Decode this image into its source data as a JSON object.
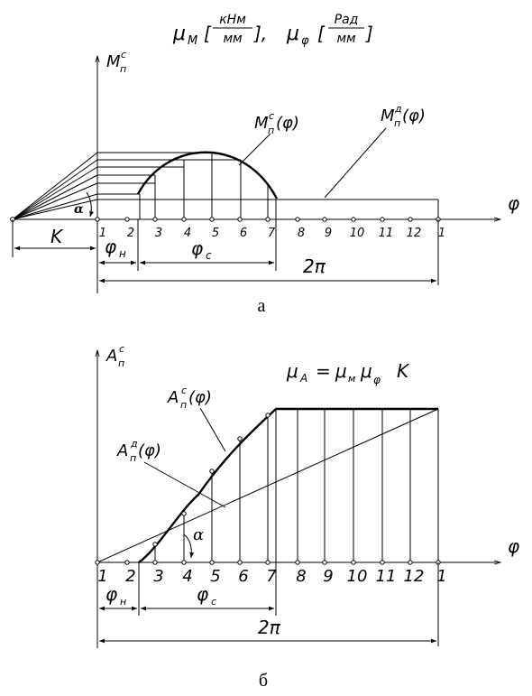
{
  "top": {
    "mu_formula": {
      "mu1": "μ",
      "mu1_sub": "M",
      "bracket_open1": "[",
      "unit1_num": "кНм",
      "unit1_den": "мм",
      "bracket_close1": "],",
      "mu2": "μ",
      "mu2_sub": "φ",
      "bracket_open2": "[",
      "unit2_num": "Рад",
      "unit2_den": "мм",
      "bracket_close2": "]"
    },
    "y_axis_label": "M",
    "y_axis_sub": "п",
    "y_axis_sup": "с",
    "x_axis_label": "φ",
    "curve_label_main": "M",
    "curve_label_sub": "п",
    "curve_label_sup": "с",
    "curve_label_arg": "(φ)",
    "line_label_main": "M",
    "line_label_sub": "п",
    "line_label_sup": "д",
    "line_label_arg": "(φ)",
    "alpha": "α",
    "k_label": "K",
    "phi_n": "φ",
    "phi_n_sub": "н",
    "phi_c": "φ",
    "phi_c_sub": "c",
    "two_pi": "2π",
    "ticks": [
      "1",
      "2",
      "3",
      "4",
      "5",
      "6",
      "7",
      "8",
      "9",
      "10",
      "11",
      "12",
      "1"
    ],
    "caption": "а"
  },
  "bottom": {
    "y_axis_label": "A",
    "y_axis_sub": "п",
    "y_axis_sup": "с",
    "x_axis_label": "φ",
    "formula": {
      "mu": "μ",
      "mu_sub": "A",
      "eq": "=",
      "mu_m": "μ",
      "mu_m_sub": "м",
      "mu_f": "μ",
      "mu_f_sub": "φ",
      "k": "K"
    },
    "curve_label_main": "A",
    "curve_label_sub": "п",
    "curve_label_sup": "с",
    "curve_label_arg": "(φ)",
    "line_label_main": "A",
    "line_label_sub": "п",
    "line_label_sup": "д",
    "line_label_arg": "(φ)",
    "alpha": "α",
    "phi_n": "φ",
    "phi_n_sub": "н",
    "phi_c": "φ",
    "phi_c_sub": "c",
    "two_pi": "2π",
    "ticks": [
      "1",
      "2",
      "3",
      "4",
      "5",
      "6",
      "7",
      "8",
      "9",
      "10",
      "11",
      "12",
      "1"
    ],
    "caption": "б"
  }
}
